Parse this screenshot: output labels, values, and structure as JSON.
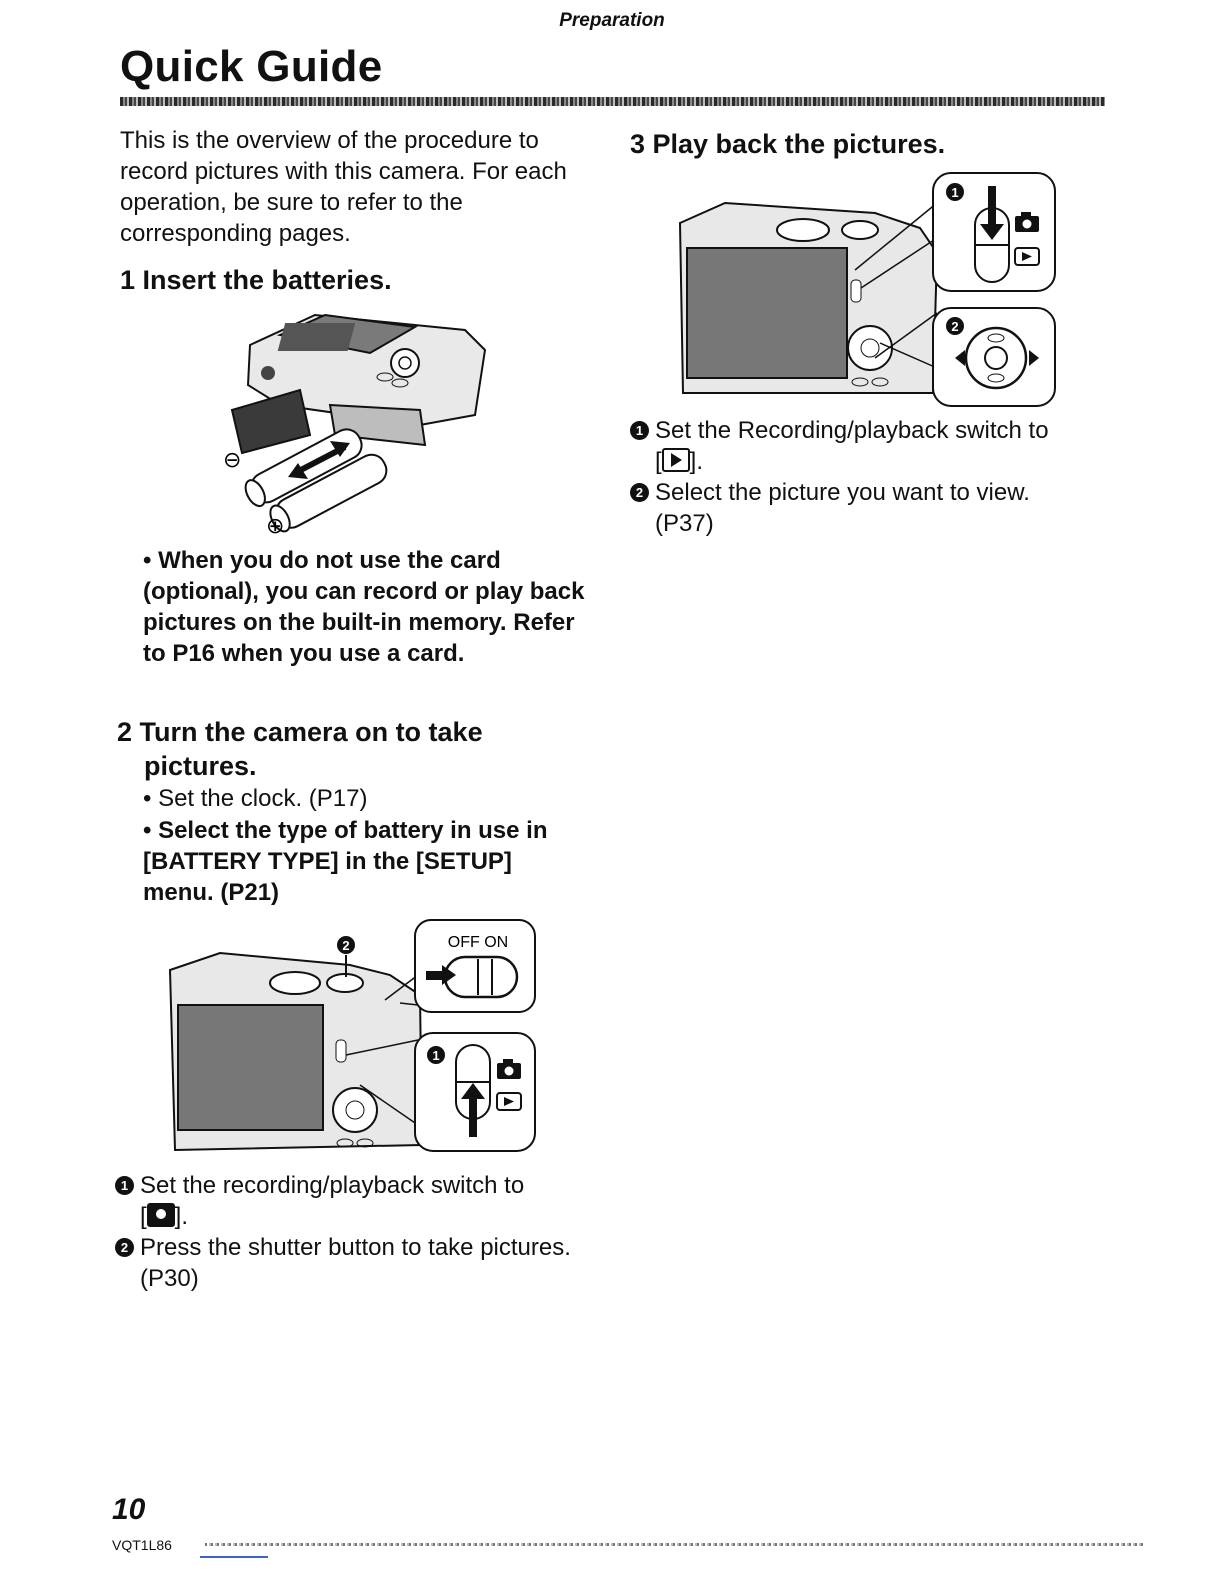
{
  "header": {
    "section": "Preparation"
  },
  "title": "Quick Guide",
  "intro": "This is the overview of the procedure to record pictures with this camera. For each operation, be sure to refer to the corresponding pages.",
  "step1": {
    "title": "1  Insert the batteries.",
    "minus_label": "⊖",
    "plus_label": "⊕",
    "note": "• When you do not use the card (optional), you can record or play back pictures on the built-in memory. Refer to P16 when you use a card."
  },
  "step2": {
    "title_line1": "2  Turn the camera on to take",
    "title_line2": "pictures.",
    "bullet1": "• Set the clock. (P17)",
    "bullet2": "• Select the type of battery in use in [BATTERY TYPE] in the [SETUP] menu. (P21)",
    "switch_label": "OFF ON",
    "callout1": "1",
    "callout2": "2",
    "item1_num": "1",
    "item1_text": "Set the recording/playback switch to",
    "item1_bracket_open": "[",
    "item1_bracket_close": "].",
    "item2_num": "2",
    "item2_text": "Press the shutter button to take pictures.",
    "item2_ref": "(P30)"
  },
  "step3": {
    "title": "3  Play back the pictures.",
    "callout1": "1",
    "callout2": "2",
    "item1_num": "1",
    "item1_text": "Set the Recording/playback switch to",
    "item1_bracket_open": "[",
    "item1_bracket_close": "].",
    "item2_num": "2",
    "item2_text": "Select the picture you want to view.",
    "item2_ref": "(P37)"
  },
  "footer": {
    "page_number": "10",
    "model_code": "VQT1L86"
  },
  "icons": {
    "camera_mode": "camera-icon",
    "playback_mode": "playback-icon",
    "battery_arrow": "double-arrow-icon",
    "push_arrow": "arrow-right-icon",
    "switch_arrow": "arrow-up-icon"
  }
}
